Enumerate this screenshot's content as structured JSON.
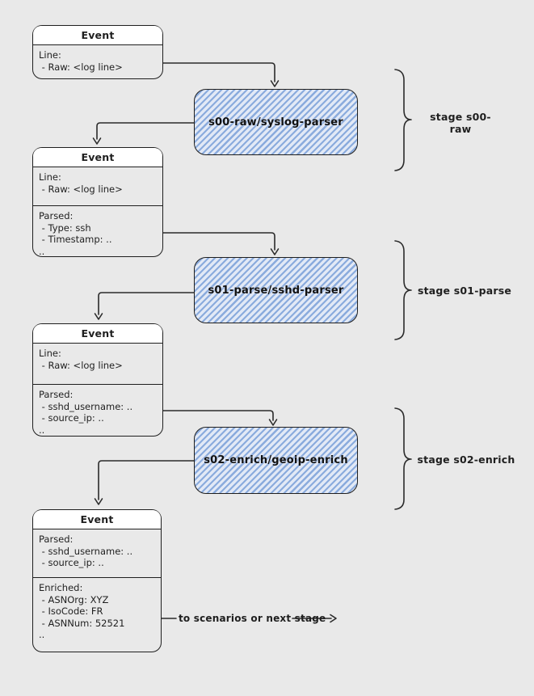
{
  "events": [
    {
      "title": "Event",
      "sections": [
        {
          "lines": [
            "Line:",
            " - Raw: <log line>"
          ]
        }
      ]
    },
    {
      "title": "Event",
      "sections": [
        {
          "lines": [
            "Line:",
            " - Raw: <log line>"
          ]
        },
        {
          "lines": [
            "Parsed:",
            " - Type: ssh",
            " - Timestamp: ..",
            ".."
          ]
        }
      ]
    },
    {
      "title": "Event",
      "sections": [
        {
          "lines": [
            "Line:",
            " - Raw: <log line>"
          ]
        },
        {
          "lines": [
            "Parsed:",
            " - sshd_username: ..",
            " - source_ip: ..",
            ".."
          ]
        }
      ]
    },
    {
      "title": "Event",
      "sections": [
        {
          "lines": [
            "Parsed:",
            " - sshd_username: ..",
            " - source_ip: .."
          ]
        },
        {
          "lines": [
            "Enriched:",
            " - ASNOrg: XYZ",
            " - IsoCode: FR",
            " - ASNNum: 52521",
            ".."
          ]
        }
      ]
    }
  ],
  "parsers": [
    {
      "label": "s00-raw/syslog-parser"
    },
    {
      "label": "s01-parse/sshd-parser"
    },
    {
      "label": "s02-enrich/geoip-enrich"
    }
  ],
  "stages": [
    {
      "label": "stage s00-raw"
    },
    {
      "label": "stage s01-parse"
    },
    {
      "label": "stage s02-enrich"
    }
  ],
  "output_label": "to scenarios or next stage",
  "edges": [
    {
      "from": "event-1",
      "to": "s00-raw/syslog-parser"
    },
    {
      "from": "s00-raw/syslog-parser",
      "to": "event-2"
    },
    {
      "from": "event-2",
      "to": "s01-parse/sshd-parser"
    },
    {
      "from": "s01-parse/sshd-parser",
      "to": "event-3"
    },
    {
      "from": "event-3",
      "to": "s02-enrich/geoip-enrich"
    },
    {
      "from": "s02-enrich/geoip-enrich",
      "to": "event-4"
    },
    {
      "from": "event-4",
      "to": "scenarios-or-next-stage"
    }
  ],
  "colors": {
    "canvas": "#e9e9e9",
    "stroke": "#1f1f1f",
    "hatch_blue": "#8aabdd",
    "hatch_light": "#e2e9f6",
    "header_bg": "#ffffff"
  }
}
